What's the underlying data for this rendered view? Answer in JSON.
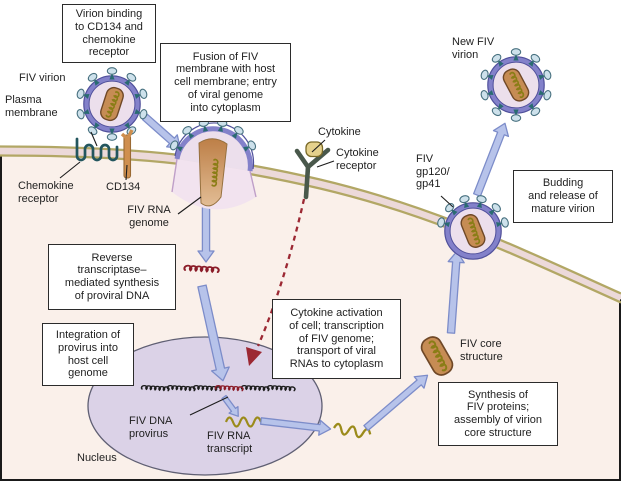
{
  "callouts": {
    "virion_binding": "Virion binding\nto CD134 and\nchemokine\nreceptor",
    "fusion": "Fusion of FIV\nmembrane with host\ncell membrane; entry\nof viral genome\ninto cytoplasm",
    "reverse_transcriptase": "Reverse\ntranscriptase–\nmediated synthesis\nof proviral DNA",
    "integration": "Integration of\nprovirus into\nhost cell\ngenome",
    "cytokine_activation": "Cytokine activation\nof cell; transcription\nof FIV genome;\ntransport of viral\nRNAs to cytoplasm",
    "synthesis": "Synthesis of\nFIV proteins;\nassembly of virion\ncore structure",
    "budding": "Budding\nand release of\nmature virion"
  },
  "labels": {
    "fiv_virion": "FIV virion",
    "plasma_membrane": "Plasma\nmembrane",
    "chemokine_receptor": "Chemokine\nreceptor",
    "cd134": "CD134",
    "fiv_rna_genome": "FIV RNA\ngenome",
    "cytokine": "Cytokine",
    "cytokine_receptor": "Cytokine\nreceptor",
    "fiv_gp": "FIV\ngp120/\ngp41",
    "new_fiv_virion": "New FIV\nvirion",
    "fiv_core_structure": "FIV core\nstructure",
    "fiv_dna_provirus": "FIV DNA\nprovirus",
    "fiv_rna_transcript": "FIV RNA\ntranscript",
    "nucleus": "Nucleus"
  },
  "colors": {
    "cell_interior": "#faf0ea",
    "membrane_line": "#b2a765",
    "membrane_fill": "#ecd9d9",
    "nucleus_fill": "#dbd2e7",
    "virion_envelope": "#8381ca",
    "virion_interior": "#ecdfec",
    "spike_oval": "#cde1eb",
    "spike_stem": "#2a6b72",
    "capsid_brown": "#c68c54",
    "rna_coil_olive": "#8a7d16",
    "arrow_fill": "#b7c3ea",
    "arrow_stroke": "#7c8cc9",
    "dashed_signal_red": "#9c2833",
    "proviral_dna_red": "#8b1c28",
    "host_dna_black": "#1c1c1c",
    "chemokine_receptor_teal": "#23565e",
    "cd134_orange": "#cf8f4f",
    "cytokine_yellow": "#e5d18c",
    "cytokine_receptor_green": "#49584b"
  }
}
